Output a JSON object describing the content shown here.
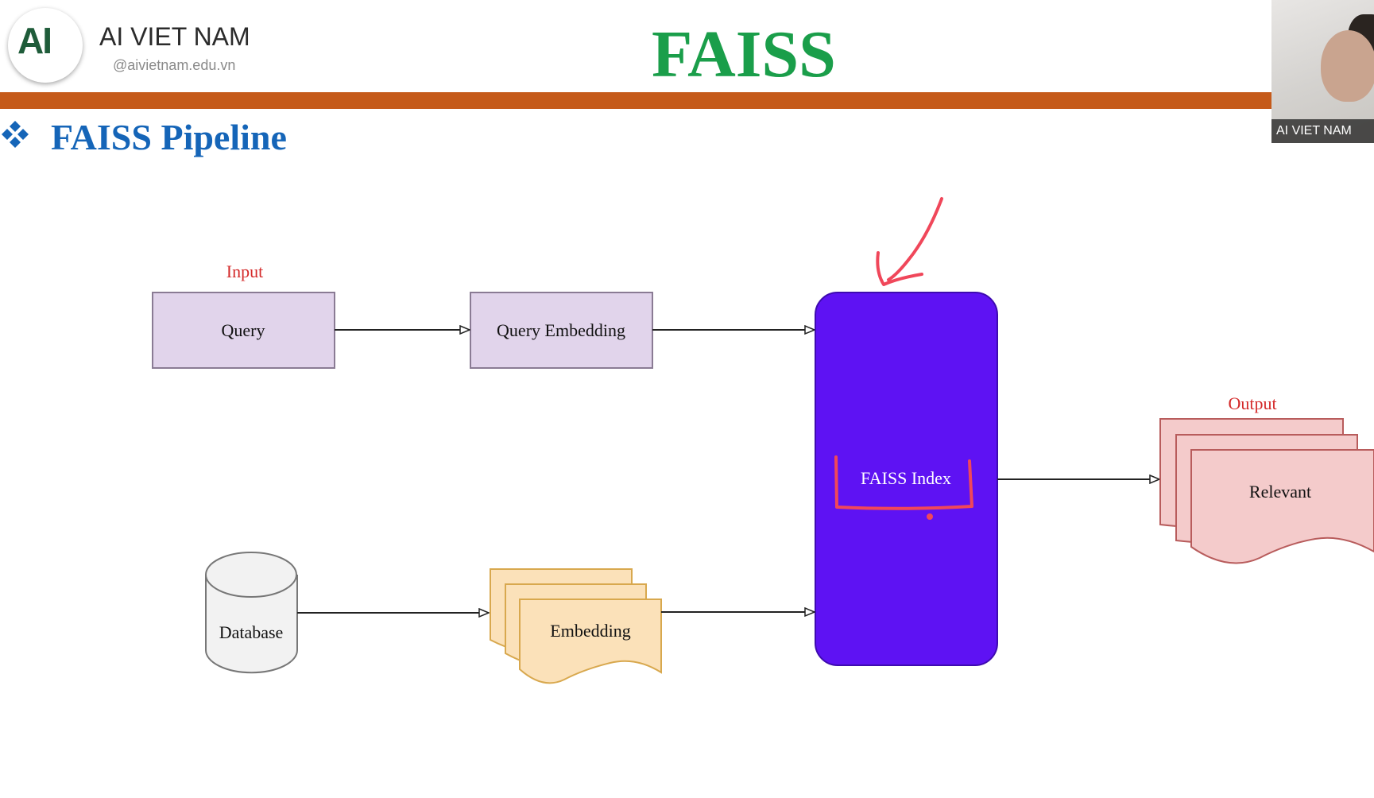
{
  "header": {
    "logo_text": "AI",
    "brand_name": "AI VIET NAM",
    "brand_site": "@aivietnam.edu.vn",
    "slide_title": "FAISS"
  },
  "webcam": {
    "label": "AI VIET NAM"
  },
  "section": {
    "title": "FAISS Pipeline"
  },
  "diagram": {
    "input_label": "Input",
    "output_label": "Output",
    "query": "Query",
    "query_embedding": "Query Embedding",
    "faiss_index": "FAISS Index",
    "database": "Database",
    "embedding": "Embedding",
    "relevant": "Relevant"
  },
  "colors": {
    "accent_green": "#1a9e4a",
    "header_bar": "#c55a1a",
    "section_blue": "#1565b8",
    "faiss_index_fill": "#5e12f3",
    "annotation_red": "#f0475a",
    "label_red": "#d42a2a"
  }
}
